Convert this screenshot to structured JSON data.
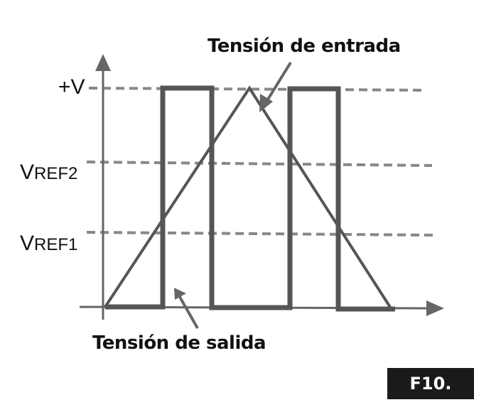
{
  "labels": {
    "input": "Tensión de entrada",
    "output": "Tensión de salida",
    "plus_v": "+V",
    "vref2_main": "V",
    "vref2_sub": "REF2",
    "vref1_main": "V",
    "vref1_sub": "REF1",
    "figure": "F10."
  },
  "colors": {
    "trace": "#555555",
    "dash": "#888888",
    "text": "#111111"
  }
}
